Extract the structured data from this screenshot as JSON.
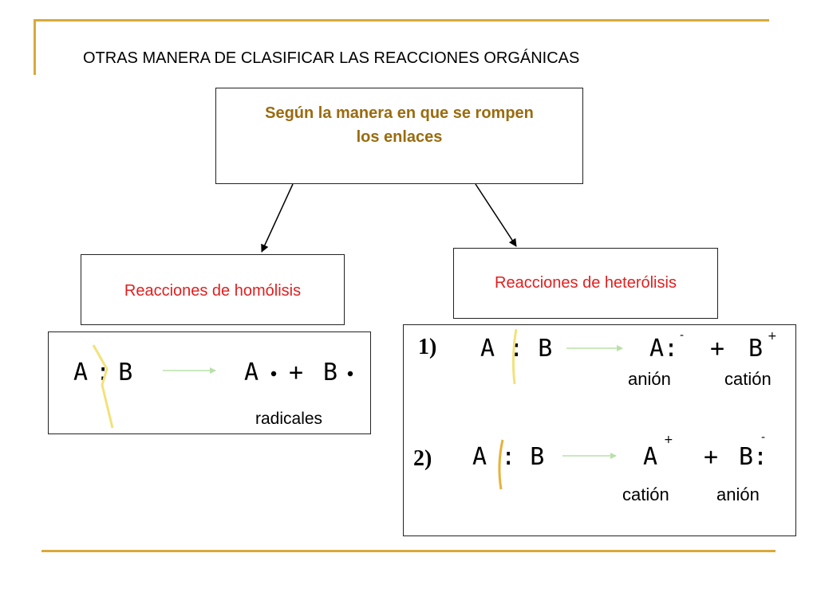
{
  "title": "OTRAS MANERA DE CLASIFICAR LAS REACCIONES ORGÁNICAS",
  "top_box": {
    "line1": "Según la manera en que se rompen",
    "line2": "los enlaces"
  },
  "homolisis": {
    "label": "Reacciones de homólisis",
    "reactant": "A : B",
    "product_a": "A",
    "plus": "+",
    "product_b": "B",
    "note": "radicales"
  },
  "heterolisis": {
    "label": "Reacciones de heterólisis",
    "case1": {
      "number": "1)",
      "reactant": "A : B",
      "product_a": "A:",
      "charge_a": "-",
      "plus": "+",
      "product_b": "B",
      "charge_b": "+",
      "label_a": "anión",
      "label_b": "catión"
    },
    "case2": {
      "number": "2)",
      "reactant": "A : B",
      "product_a": "A",
      "charge_a": "+",
      "plus": "+",
      "product_b": "B:",
      "charge_b": "-",
      "label_a": "catión",
      "label_b": "anión"
    }
  },
  "colors": {
    "accent_gold": "#d9a93a",
    "heading_brown": "#9a6b0f",
    "label_red": "#e02020",
    "arrow_green": "#b8e0a8",
    "break_line": "#f2e27a"
  }
}
